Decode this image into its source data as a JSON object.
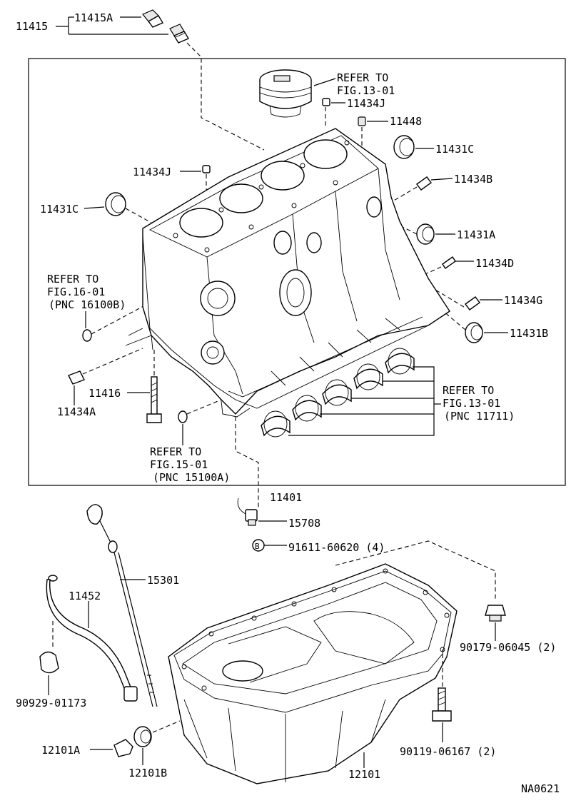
{
  "labels": {
    "p11415": "11415",
    "p11415A": "11415A",
    "refer_piston_1": "REFER TO",
    "refer_piston_2": "FIG.13-01",
    "p11434J_top": "11434J",
    "p11448": "11448",
    "p11431C_right": "11431C",
    "p11434J_left": "11434J",
    "p11434B": "11434B",
    "p11431C_left": "11431C",
    "p11431A": "11431A",
    "p11434D": "11434D",
    "refer_16_1": "REFER TO",
    "refer_16_2": "FIG.16-01",
    "refer_16_3": "(PNC 16100B)",
    "p11434G": "11434G",
    "p11431B": "11431B",
    "refer_13b_1": "REFER TO",
    "refer_13b_2": "FIG.13-01",
    "refer_13b_3": "(PNC 11711)",
    "p11416": "11416",
    "p11434A": "11434A",
    "refer_15_1": "REFER TO",
    "refer_15_2": "FIG.15-01",
    "refer_15_3": "(PNC 15100A)",
    "p11401": "11401",
    "p15708": "15708",
    "p91611": "91611-60620 (4)",
    "p15301": "15301",
    "p11452": "11452",
    "p90179": "90179-06045 (2)",
    "p90929": "90929-01173",
    "p12101A": "12101A",
    "p12101B": "12101B",
    "p12101": "12101",
    "p90119": "90119-06167 (2)",
    "drawing_id": "NA0621",
    "circle_b": "B"
  }
}
